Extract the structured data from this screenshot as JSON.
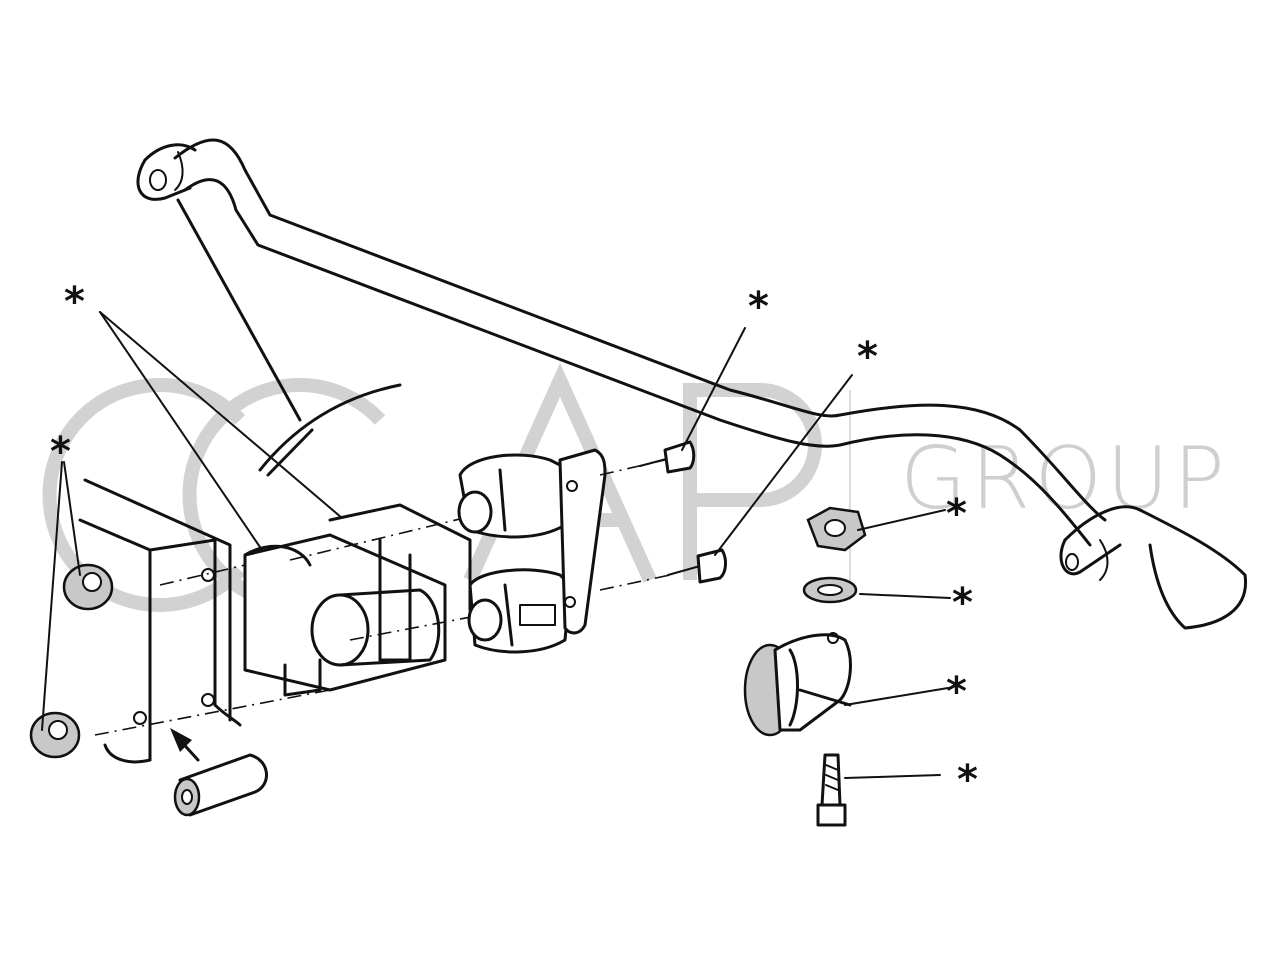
{
  "watermark": {
    "letters": "OCAP",
    "suffix": "GROUP",
    "color": "#cfcfcf"
  },
  "callouts": [
    {
      "id": "bracket-clip",
      "label": "*"
    },
    {
      "id": "bushings-left",
      "label": "*"
    },
    {
      "id": "bolt-upper",
      "label": "*"
    },
    {
      "id": "bolt-lower",
      "label": "*"
    },
    {
      "id": "nut",
      "label": "*"
    },
    {
      "id": "washer",
      "label": "*"
    },
    {
      "id": "link-bushing",
      "label": "*"
    },
    {
      "id": "link-bolt",
      "label": "*"
    }
  ],
  "colors": {
    "ink": "#111111",
    "shade": "#c8c8c8"
  }
}
